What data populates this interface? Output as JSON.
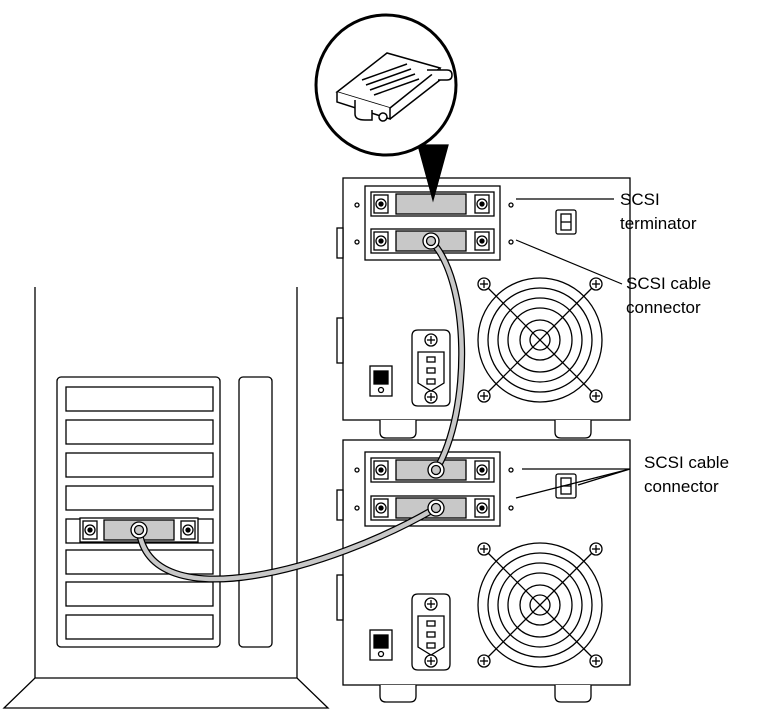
{
  "labels": {
    "terminator_l1": "SCSI",
    "terminator_l2": "terminator",
    "cable_connector_top_l1": "SCSI cable",
    "cable_connector_top_l2": "connector",
    "cable_connector_bottom_l1": "SCSI cable",
    "cable_connector_bottom_l2": "connector"
  },
  "colors": {
    "outline": "#000000",
    "cable": "#c8c8c8",
    "connector_fill": "#c8c8c8",
    "background": "#ffffff"
  }
}
